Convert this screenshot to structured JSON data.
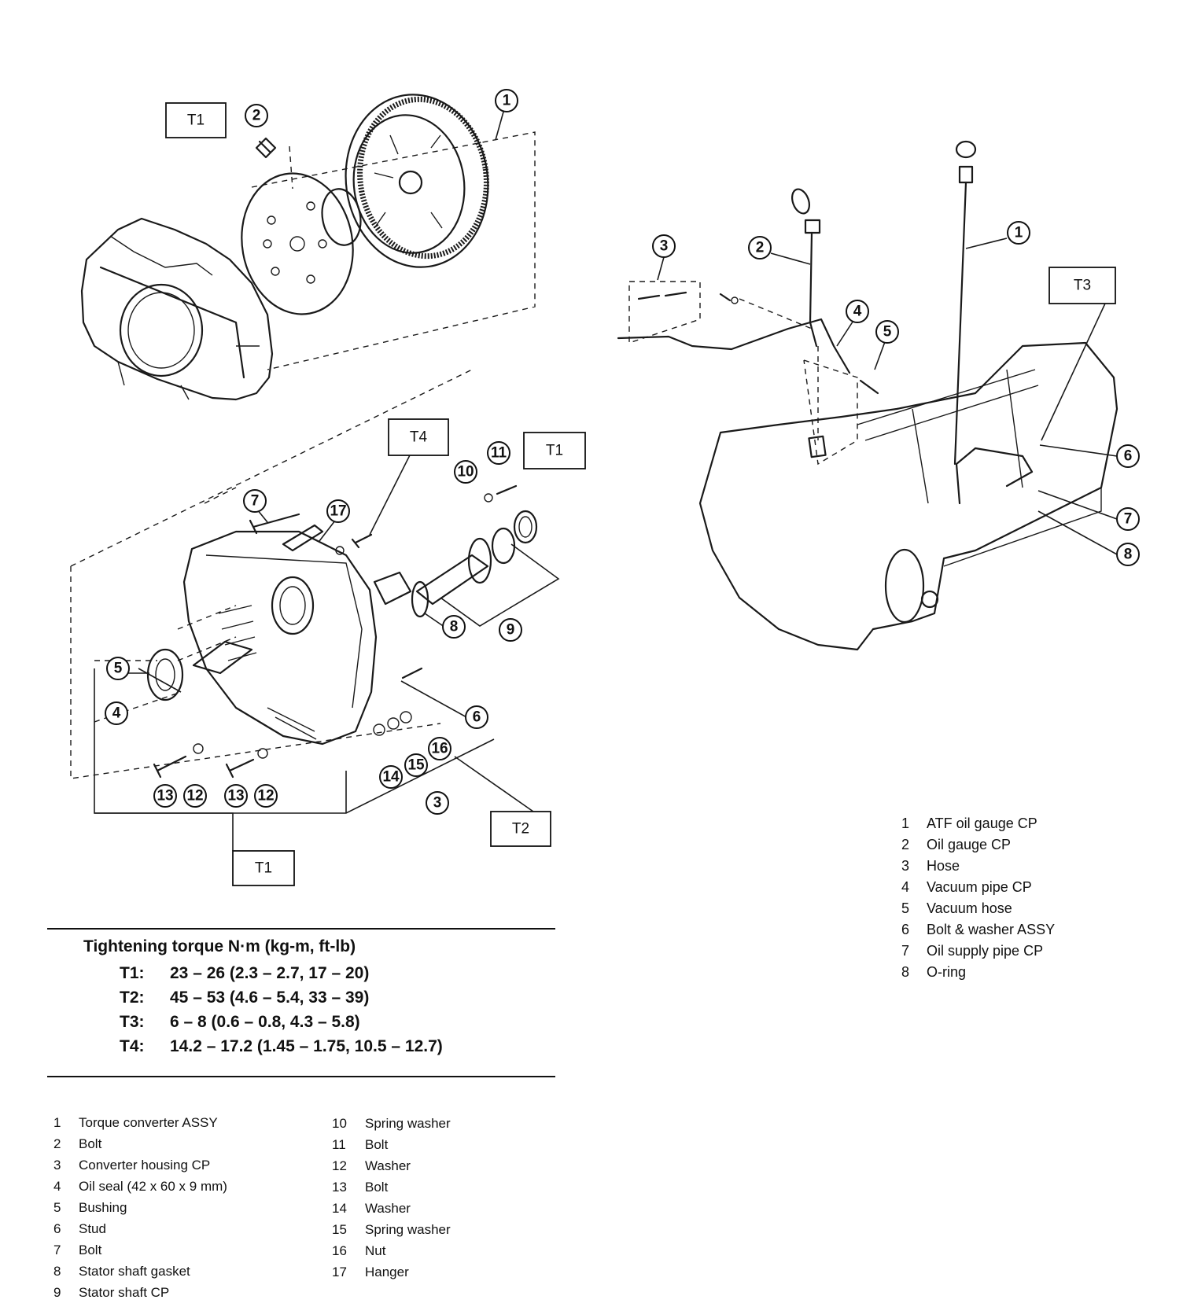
{
  "left_callouts": [
    "1",
    "2",
    "3",
    "4",
    "5",
    "6",
    "7",
    "8",
    "9",
    "10",
    "11",
    "12",
    "12",
    "13",
    "13",
    "14",
    "15",
    "16",
    "17"
  ],
  "right_callouts": [
    "1",
    "2",
    "3",
    "4",
    "5",
    "6",
    "7",
    "8"
  ],
  "torque_boxes": {
    "left_top": "T1",
    "left_t4": "T4",
    "left_t1_right": "T1",
    "left_t2": "T2",
    "left_t1_bottom": "T1",
    "right_t3": "T3"
  },
  "torque_table": {
    "heading": "Tightening torque  N·m (kg-m, ft-lb)",
    "rows": [
      {
        "key": "T1:",
        "value": "23 – 26 (2.3 – 2.7, 17 – 20)"
      },
      {
        "key": "T2:",
        "value": "45 – 53 (4.6 – 5.4, 33 – 39)"
      },
      {
        "key": "T3:",
        "value": "6 – 8 (0.6 – 0.8, 4.3 – 5.8)"
      },
      {
        "key": "T4:",
        "value": "14.2 – 17.2 (1.45 – 1.75, 10.5 – 12.7)"
      }
    ]
  },
  "parts_left_a": [
    {
      "num": "1",
      "name": "Torque converter ASSY"
    },
    {
      "num": "2",
      "name": "Bolt"
    },
    {
      "num": "3",
      "name": "Converter housing CP"
    },
    {
      "num": "4",
      "name": "Oil seal (42 x 60 x 9 mm)"
    },
    {
      "num": "5",
      "name": "Bushing"
    },
    {
      "num": "6",
      "name": "Stud"
    },
    {
      "num": "7",
      "name": "Bolt"
    },
    {
      "num": "8",
      "name": "Stator shaft gasket"
    },
    {
      "num": "9",
      "name": "Stator shaft CP"
    }
  ],
  "parts_left_b": [
    {
      "num": "10",
      "name": "Spring washer"
    },
    {
      "num": "11",
      "name": "Bolt"
    },
    {
      "num": "12",
      "name": "Washer"
    },
    {
      "num": "13",
      "name": "Bolt"
    },
    {
      "num": "14",
      "name": "Washer"
    },
    {
      "num": "15",
      "name": "Spring washer"
    },
    {
      "num": "16",
      "name": "Nut"
    },
    {
      "num": "17",
      "name": "Hanger"
    }
  ],
  "parts_right": [
    {
      "num": "1",
      "name": "ATF oil gauge CP"
    },
    {
      "num": "2",
      "name": "Oil gauge CP"
    },
    {
      "num": "3",
      "name": "Hose"
    },
    {
      "num": "4",
      "name": "Vacuum pipe CP"
    },
    {
      "num": "5",
      "name": "Vacuum hose"
    },
    {
      "num": "6",
      "name": "Bolt & washer ASSY"
    },
    {
      "num": "7",
      "name": "Oil supply pipe CP"
    },
    {
      "num": "8",
      "name": "O-ring"
    }
  ]
}
